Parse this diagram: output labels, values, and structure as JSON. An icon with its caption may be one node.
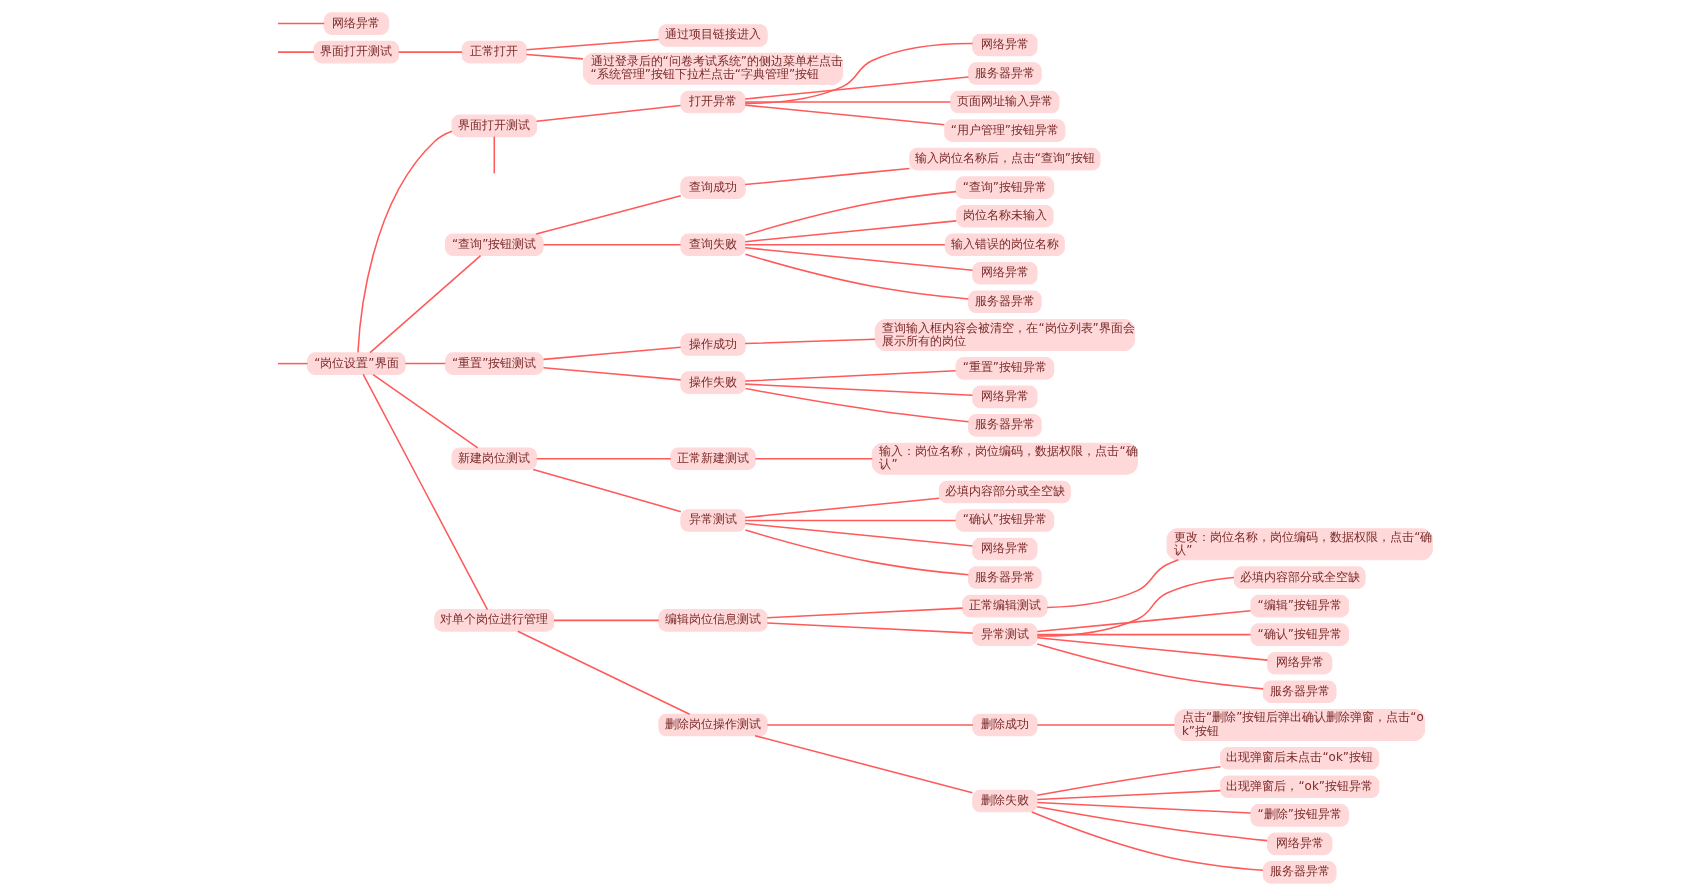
{
  "diagram": {
    "nodes": [
      {
        "text": [
          "“岗位设置”界面"
        ]
      },
      {
        "text": [
          "界面打开测试"
        ]
      },
      {
        "text": [
          "打开异常"
        ]
      },
      {
        "text": [
          "网络异常"
        ]
      },
      {
        "text": [
          "服务器异常"
        ]
      },
      {
        "text": [
          "页面网址输入异常"
        ]
      },
      {
        "text": [
          "“用户管理”按钮异常"
        ]
      },
      {
        "text": [
          "“查询”按钮测试"
        ]
      },
      {
        "text": [
          "查询成功"
        ]
      },
      {
        "text": [
          "输入岗位名称后，点击“查询”按钮"
        ]
      },
      {
        "text": [
          "查询失败"
        ]
      },
      {
        "text": [
          "“查询”按钮异常"
        ]
      },
      {
        "text": [
          "岗位名称未输入"
        ]
      },
      {
        "text": [
          "输入错误的岗位名称"
        ]
      },
      {
        "text": [
          "网络异常"
        ]
      },
      {
        "text": [
          "服务器异常"
        ]
      },
      {
        "text": [
          "“重置”按钮测试"
        ]
      },
      {
        "text": [
          "操作成功"
        ]
      },
      {
        "text": [
          "查询输入框内容会被清空，在“岗位列表”界面会展示所有的岗位"
        ]
      },
      {
        "text": [
          "操作失败"
        ]
      },
      {
        "text": [
          "“重置”按钮异常"
        ]
      },
      {
        "text": [
          "网络异常"
        ]
      },
      {
        "text": [
          "服务器异常"
        ]
      },
      {
        "text": [
          "新建岗位测试"
        ]
      },
      {
        "text": [
          "正常新建测试"
        ]
      },
      {
        "text": [
          "输入：岗位名称，岗位编码，数据权限，点击“确认”"
        ]
      },
      {
        "text": [
          "异常测试"
        ]
      },
      {
        "text": [
          "必填内容部分或全空缺"
        ]
      },
      {
        "text": [
          "“确认”按钮异常"
        ]
      },
      {
        "text": [
          "网络异常"
        ]
      },
      {
        "text": [
          "服务器异常"
        ]
      },
      {
        "text": [
          "对单个岗位进行管理"
        ]
      },
      {
        "text": [
          "编辑岗位信息测试"
        ]
      },
      {
        "text": [
          "正常编辑测试"
        ]
      },
      {
        "text": [
          "更改：岗位名称，岗位编码，数据权限，点击“确认”"
        ]
      },
      {
        "text": [
          "异常测试"
        ]
      },
      {
        "text": [
          "必填内容部分或全空缺"
        ]
      },
      {
        "text": [
          "“编辑”按钮异常"
        ]
      },
      {
        "text": [
          "“确认”按钮异常"
        ]
      },
      {
        "text": [
          "网络异常"
        ]
      },
      {
        "text": [
          "服务器异常"
        ]
      },
      {
        "text": [
          "删除岗位操作测试"
        ]
      },
      {
        "text": [
          "删除成功"
        ]
      },
      {
        "text": [
          "点击“删除”按钮后弹出确认删除弹窗，点击“ok”按钮"
        ]
      },
      {
        "text": [
          "删除失败"
        ]
      },
      {
        "text": [
          "出现弹窗后未点击“ok”按钮"
        ]
      },
      {
        "text": [
          "出现弹窗后，“ok”按钮异常"
        ]
      },
      {
        "text": [
          "“删除”按钮异常"
        ]
      },
      {
        "text": [
          "网络异常"
        ]
      },
      {
        "text": [
          "服务器异常"
        ]
      },
      {
        "text": [
          "界面打开测试"
        ]
      },
      {
        "text": [
          "正常打开"
        ]
      },
      {
        "text": [
          "通过项目链接进入"
        ]
      },
      {
        "text": [
          "通过登录后的“问卷考试系统”的侧边菜单栏点击“系统管理”按钮下拉栏点击“字典管理”按钮"
        ]
      },
      {
        "text": [
          "网络异常"
        ]
      }
    ],
    "edges": [
      {
        "from": null,
        "to": 0,
        "arrow": "none"
      },
      {
        "from": 0,
        "to": 1,
        "arrow": "none"
      },
      {
        "from": 1,
        "to": null,
        "arrow": "none"
      },
      {
        "from": 1,
        "to": 2,
        "arrow": "none"
      },
      {
        "from": 2,
        "to": 3,
        "arrow": "none"
      },
      {
        "from": 2,
        "to": 4,
        "arrow": "none"
      },
      {
        "from": 2,
        "to": 5,
        "arrow": "none"
      },
      {
        "from": 2,
        "to": 6,
        "arrow": "none"
      },
      {
        "from": 0,
        "to": 7,
        "arrow": "none"
      },
      {
        "from": 7,
        "to": 8,
        "arrow": "none"
      },
      {
        "from": 8,
        "to": 9,
        "arrow": "none"
      },
      {
        "from": 7,
        "to": 10,
        "arrow": "none"
      },
      {
        "from": 10,
        "to": 11,
        "arrow": "none"
      },
      {
        "from": 10,
        "to": 12,
        "arrow": "none"
      },
      {
        "from": 10,
        "to": 13,
        "arrow": "none"
      },
      {
        "from": 10,
        "to": 14,
        "arrow": "none"
      },
      {
        "from": 10,
        "to": 15,
        "arrow": "none"
      },
      {
        "from": 0,
        "to": 16,
        "arrow": "none"
      },
      {
        "from": 16,
        "to": 17,
        "arrow": "none"
      },
      {
        "from": 17,
        "to": 18,
        "arrow": "none"
      },
      {
        "from": 16,
        "to": 19,
        "arrow": "none"
      },
      {
        "from": 19,
        "to": 20,
        "arrow": "none"
      },
      {
        "from": 19,
        "to": 21,
        "arrow": "none"
      },
      {
        "from": 19,
        "to": 22,
        "arrow": "none"
      },
      {
        "from": 0,
        "to": 23,
        "arrow": "none"
      },
      {
        "from": 23,
        "to": 24,
        "arrow": "none"
      },
      {
        "from": 24,
        "to": 25,
        "arrow": "none"
      },
      {
        "from": 23,
        "to": 26,
        "arrow": "none"
      },
      {
        "from": 26,
        "to": 27,
        "arrow": "none"
      },
      {
        "from": 26,
        "to": 28,
        "arrow": "none"
      },
      {
        "from": 26,
        "to": 29,
        "arrow": "none"
      },
      {
        "from": 26,
        "to": 30,
        "arrow": "none"
      },
      {
        "from": 0,
        "to": 31,
        "arrow": "none"
      },
      {
        "from": 31,
        "to": 32,
        "arrow": "none"
      },
      {
        "from": 32,
        "to": 33,
        "arrow": "none"
      },
      {
        "from": 33,
        "to": 34,
        "arrow": "none"
      },
      {
        "from": 32,
        "to": 35,
        "arrow": "none"
      },
      {
        "from": 35,
        "to": 36,
        "arrow": "none"
      },
      {
        "from": 35,
        "to": 37,
        "arrow": "none"
      },
      {
        "from": 35,
        "to": 38,
        "arrow": "none"
      },
      {
        "from": 35,
        "to": 39,
        "arrow": "none"
      },
      {
        "from": 35,
        "to": 40,
        "arrow": "none"
      },
      {
        "from": 31,
        "to": 41,
        "arrow": "none"
      },
      {
        "from": 41,
        "to": 42,
        "arrow": "none"
      },
      {
        "from": 42,
        "to": 43,
        "arrow": "none"
      },
      {
        "from": 41,
        "to": 44,
        "arrow": "none"
      },
      {
        "from": 44,
        "to": 45,
        "arrow": "none"
      },
      {
        "from": 44,
        "to": 46,
        "arrow": "none"
      },
      {
        "from": 44,
        "to": 47,
        "arrow": "none"
      },
      {
        "from": 44,
        "to": 48,
        "arrow": "none"
      },
      {
        "from": 44,
        "to": 49,
        "arrow": "none"
      },
      {
        "from": null,
        "to": 50,
        "arrow": "none"
      },
      {
        "from": 50,
        "to": 51,
        "arrow": "none"
      },
      {
        "from": 51,
        "to": 52,
        "arrow": "none"
      },
      {
        "from": 51,
        "to": 53,
        "arrow": "none"
      },
      {
        "from": null,
        "to": 54,
        "arrow": "none"
      }
    ]
  }
}
